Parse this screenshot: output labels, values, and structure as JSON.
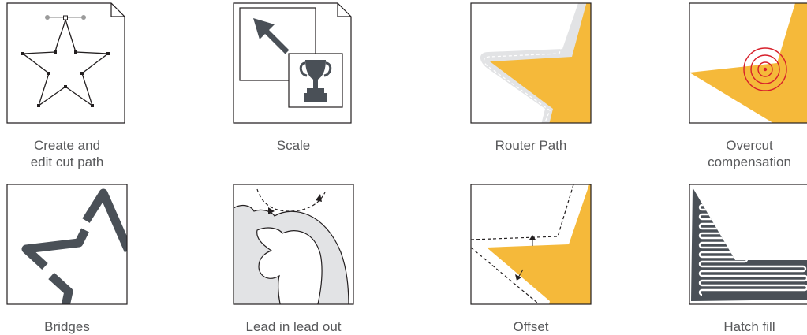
{
  "colors": {
    "stroke": "#231f20",
    "dark": "#4a5057",
    "gold": "#f5b93a",
    "light_gray": "#e2e3e5",
    "red": "#d7202b",
    "caption": "#58595b"
  },
  "features": [
    {
      "key": "create-edit",
      "label": "Create and\nedit cut path",
      "icon": "star-nodes-icon"
    },
    {
      "key": "scale",
      "label": "Scale",
      "icon": "scale-trophy-icon"
    },
    {
      "key": "router-path",
      "label": "Router Path",
      "icon": "router-path-icon"
    },
    {
      "key": "overcut",
      "label": "Overcut\ncompensation",
      "icon": "overcut-target-icon"
    },
    {
      "key": "bridges",
      "label": "Bridges",
      "icon": "bridges-star-icon"
    },
    {
      "key": "lead",
      "label": "Lead in lead out",
      "icon": "lead-in-out-icon"
    },
    {
      "key": "offset",
      "label": "Offset",
      "icon": "offset-star-icon"
    },
    {
      "key": "hatch",
      "label": "Hatch fill",
      "icon": "hatch-fill-icon"
    }
  ]
}
